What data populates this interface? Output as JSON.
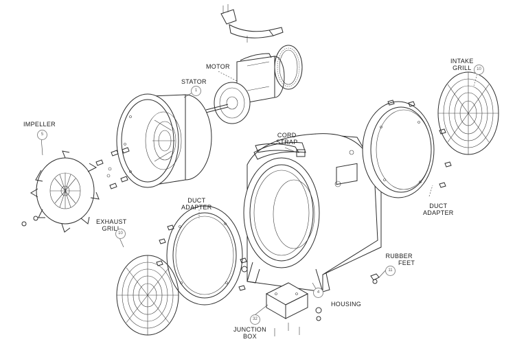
{
  "labels": {
    "impeller": "IMPELLER",
    "stator": "STATOR",
    "motor": "MOTOR",
    "intake_grill_1": "INTAKE",
    "intake_grill_2": "GRILL",
    "cord_strap_1": "CORD",
    "cord_strap_2": "STRAP",
    "duct_adapter_left_1": "DUCT",
    "duct_adapter_left_2": "ADAPTER",
    "duct_adapter_right_1": "DUCT",
    "duct_adapter_right_2": "ADAPTER",
    "exhaust_grill_1": "EXHAUST",
    "exhaust_grill_2": "GRILL",
    "rubber_feet_1": "RUBBER",
    "rubber_feet_2": "FEET",
    "housing": "HOUSING",
    "junction_box_1": "JUNCTION",
    "junction_box_2": "BOX"
  },
  "balloons": {
    "impeller": "5",
    "stator": "1",
    "intake_grill": "10",
    "exhaust_grill": "10",
    "rubber_feet": "11",
    "housing": "4",
    "junction_box": "32"
  }
}
